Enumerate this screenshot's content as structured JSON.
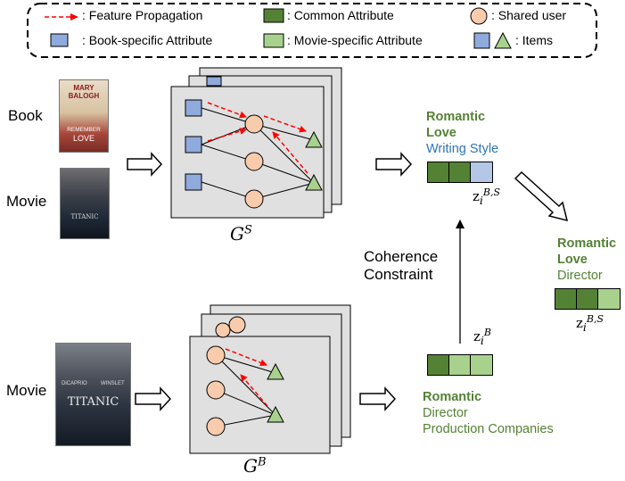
{
  "legend": {
    "feature_propagation": ": Feature Propagation",
    "common_attribute": ": Common Attribute",
    "shared_user": ": Shared user",
    "book_specific": ": Book-specific Attribute",
    "movie_specific": ": Movie-specific Attribute",
    "items": ": Items"
  },
  "labels": {
    "book": "Book",
    "movie_top": "Movie",
    "movie_bottom": "Movie",
    "coherence_line1": "Coherence",
    "coherence_line2": "Constraint"
  },
  "posters": {
    "book_author_line1": "MARY",
    "book_author_line2": "BALOGH",
    "book_title_line1": "REMEMBER",
    "book_title_line2": "LOVE",
    "movie_title_small": "TITANIC",
    "movie_title_large": "TITANIC",
    "movie_actor_left": "DiCAPRIO",
    "movie_actor_right": "WINSLET"
  },
  "graphs": {
    "top_label_base": "G",
    "top_label_sup": "S",
    "bottom_label_base": "G",
    "bottom_label_sup": "B"
  },
  "keywords_top": {
    "line1": "Romantic",
    "line2": "Love",
    "line3": "Writing Style"
  },
  "keywords_right": {
    "line1": "Romantic",
    "line2": "Love",
    "line3": "Director"
  },
  "keywords_bottom": {
    "line1": "Romantic",
    "line2": "Director",
    "line3": "Production Companies"
  },
  "vectors": {
    "top": {
      "base": "z",
      "sub": "i",
      "sup": "B,S"
    },
    "bottom": {
      "base": "z",
      "sub": "i",
      "sup": "B"
    },
    "right": {
      "base": "z",
      "sub": "i",
      "sup": "B,S"
    }
  },
  "colors": {
    "common": "#548235",
    "movie_specific": "#a9d18e",
    "book_specific": "#b4c7e7",
    "user": "#f8cbad",
    "arrow": "#ff0000",
    "graph_panel": "#e0e0e0"
  }
}
